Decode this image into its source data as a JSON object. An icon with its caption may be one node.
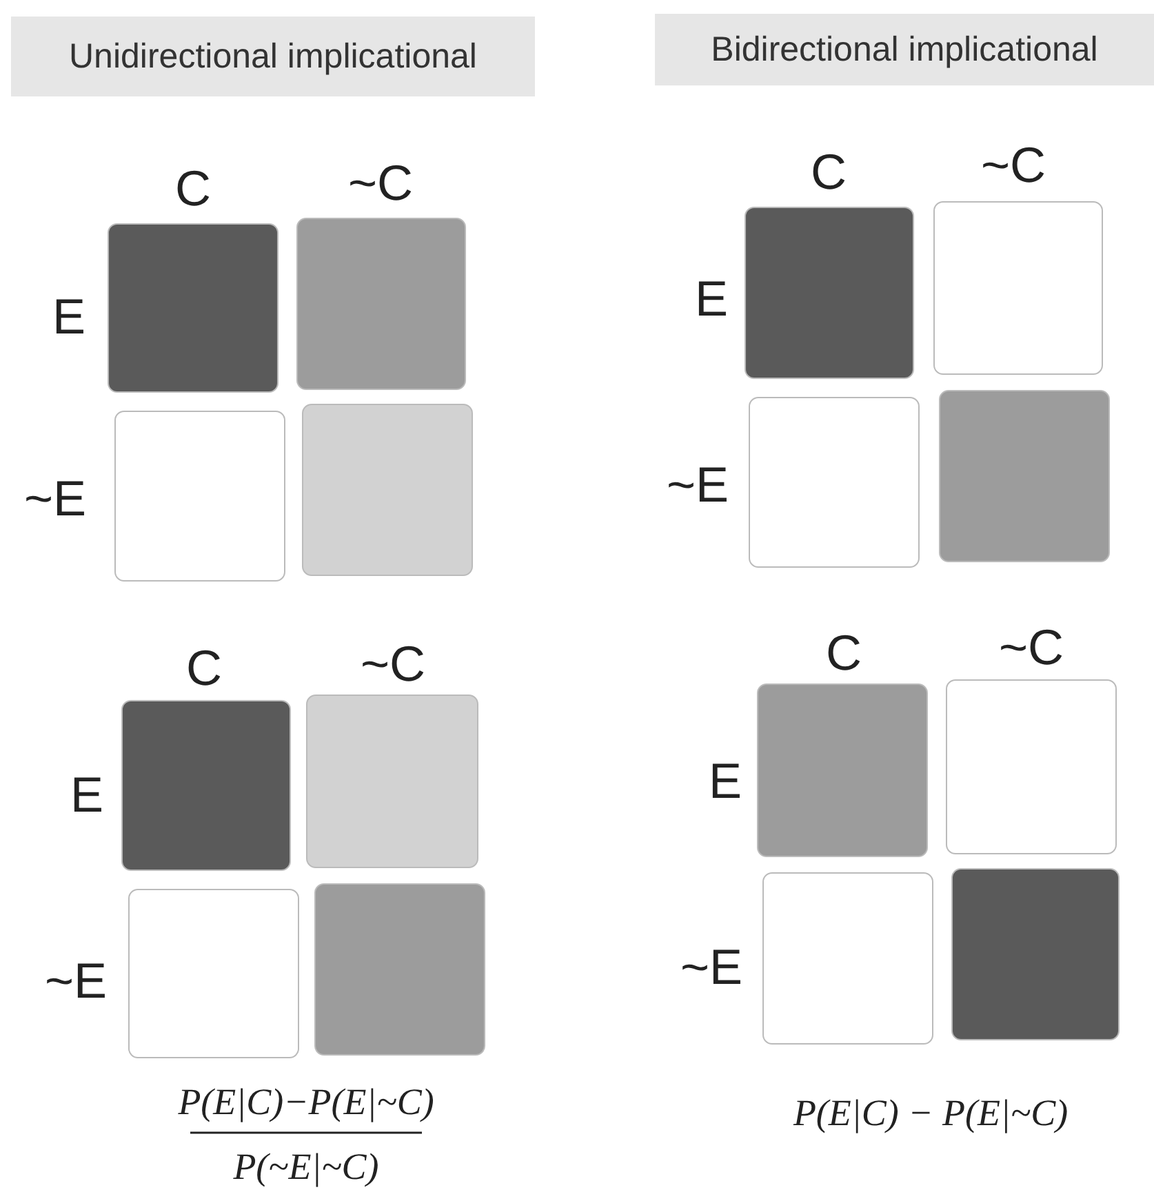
{
  "diagram": {
    "nodes": [
      {
        "text": [
          "Unidirectional implicational"
        ]
      },
      {
        "text": [
          "Bidirectional implicational"
        ]
      },
      {
        "text": [],
        "shape": "box"
      },
      {
        "text": [],
        "shape": "box"
      },
      {
        "text": [],
        "shape": "box"
      },
      {
        "text": [],
        "shape": "box"
      },
      {
        "text": [],
        "shape": "box"
      },
      {
        "text": [],
        "shape": "box"
      },
      {
        "text": [],
        "shape": "box"
      },
      {
        "text": [],
        "shape": "box"
      },
      {
        "text": [],
        "shape": "box"
      },
      {
        "text": [],
        "shape": "box"
      },
      {
        "text": [],
        "shape": "box"
      },
      {
        "text": [],
        "shape": "box"
      },
      {
        "text": [],
        "shape": "box"
      },
      {
        "text": [],
        "shape": "box"
      },
      {
        "text": [],
        "shape": "box"
      },
      {
        "text": [],
        "shape": "box"
      }
    ],
    "labels": [
      "C",
      "~C",
      "E",
      "~E",
      "C",
      "~C",
      "E",
      "~E",
      "C",
      "~C",
      "E",
      "~E",
      "C",
      "~C",
      "E",
      "~E",
      "P(E|C)−P(E|~C)",
      "P(~E|~C)",
      "P(E|C) − P(E|~C)"
    ]
  }
}
